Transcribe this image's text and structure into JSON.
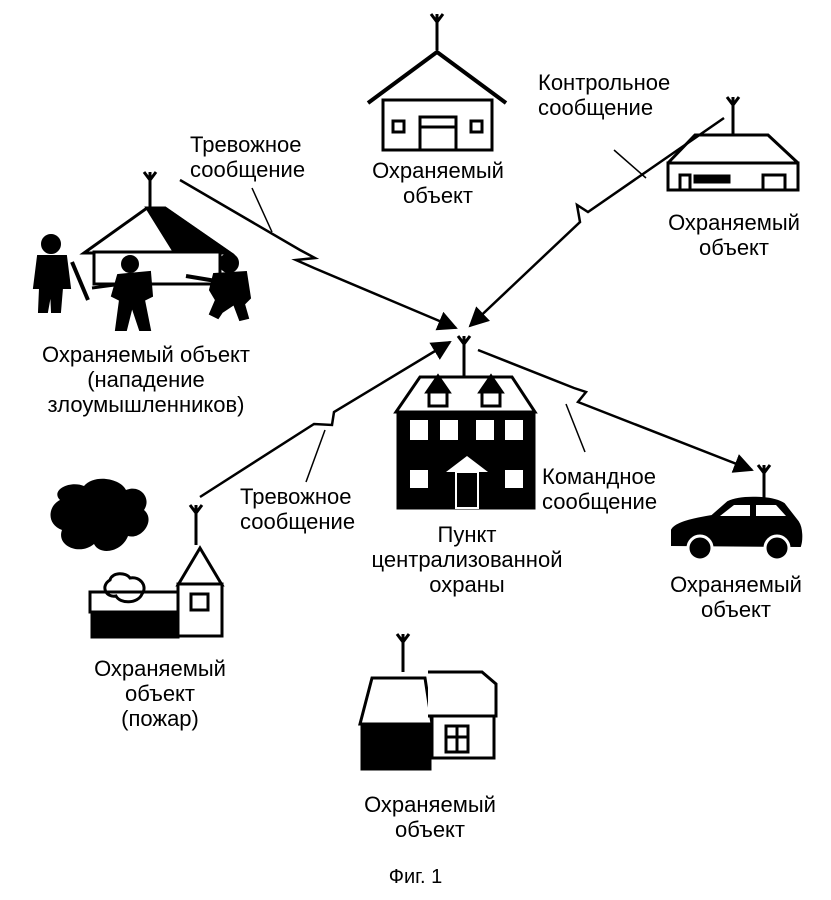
{
  "labels": {
    "top_object": [
      "Охраняемый",
      "объект"
    ],
    "right_object": [
      "Охраняемый",
      "объект"
    ],
    "attack_object": [
      "Охраняемый объект",
      "(нападение",
      "злоумышленников)"
    ],
    "fire_object": [
      "Охраняемый",
      "объект",
      "(пожар)"
    ],
    "car_object": [
      "Охраняемый",
      "объект"
    ],
    "bottom_object": [
      "Охраняемый",
      "объект"
    ],
    "central": [
      "Пункт",
      "централизованной",
      "охраны"
    ],
    "alarm_msg_top": [
      "Тревожное",
      "сообщение"
    ],
    "alarm_msg_bottom": [
      "Тревожное",
      "сообщение"
    ],
    "control_msg": [
      "Контрольное",
      "сообщение"
    ],
    "command_msg": [
      "Командное",
      "сообщение"
    ]
  },
  "figure_caption": "Фиг. 1",
  "colors": {
    "ink": "#000000",
    "paper": "#ffffff"
  }
}
